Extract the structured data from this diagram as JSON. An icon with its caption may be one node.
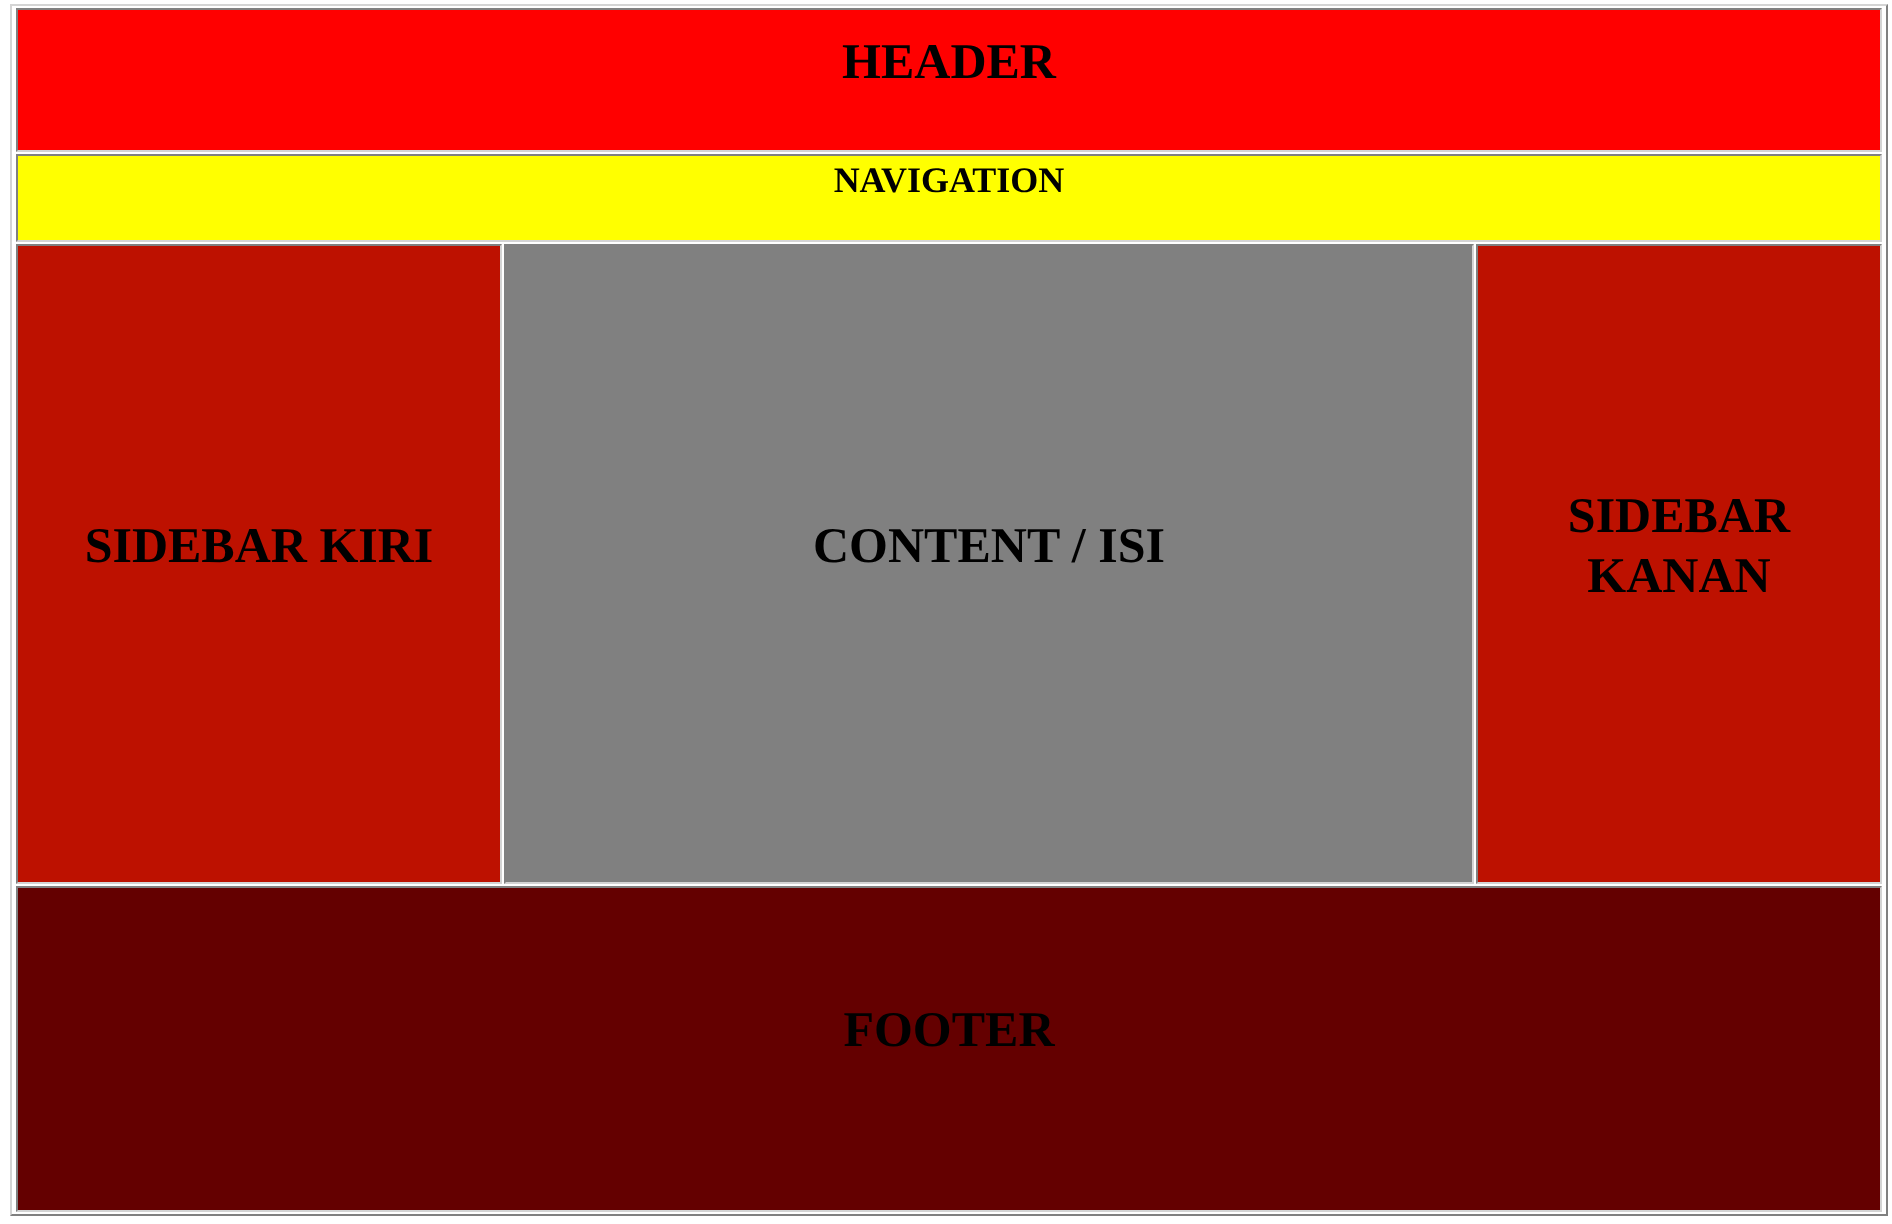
{
  "diagram": {
    "nodes": [
      {
        "text": [
          "HEADER"
        ]
      },
      {
        "text": [
          "NAVIGATION"
        ]
      },
      {
        "text": [
          "SIDEBAR KIRI"
        ]
      },
      {
        "text": [
          "CONTENT / ISI"
        ]
      },
      {
        "text": [
          "SIDEBAR KANAN"
        ]
      },
      {
        "text": [
          "FOOTER"
        ]
      }
    ]
  }
}
